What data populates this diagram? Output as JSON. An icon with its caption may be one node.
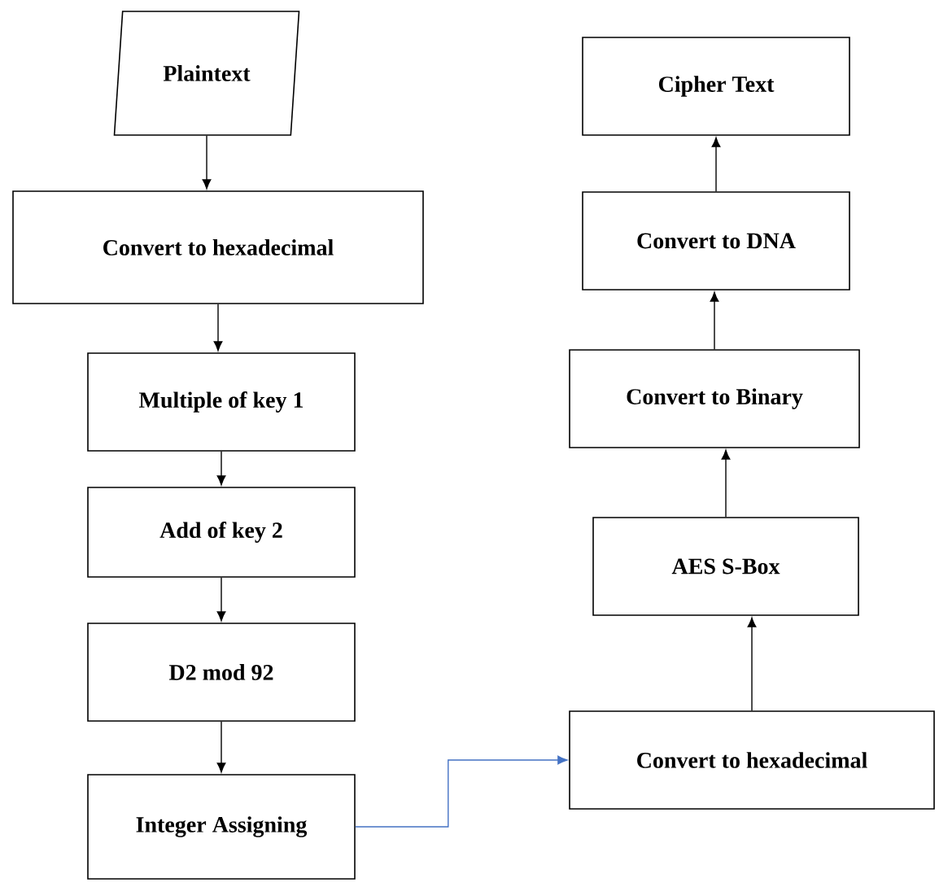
{
  "diagram": {
    "nodes": [
      {
        "text": [
          "Plaintext"
        ]
      },
      {
        "text": [
          "Convert to hexadecimal"
        ]
      },
      {
        "text": [
          "Multiple of key 1"
        ]
      },
      {
        "text": [
          "Add of key 2"
        ]
      },
      {
        "text": [
          "D2 mod 92"
        ]
      },
      {
        "text": [
          "Integer Assigning"
        ]
      },
      {
        "text": [
          "Convert to hexadecimal"
        ]
      },
      {
        "text": [
          "AES S-Box"
        ]
      },
      {
        "text": [
          "Convert to Binary"
        ]
      },
      {
        "text": [
          "Convert to DNA"
        ]
      },
      {
        "text": [
          "Cipher Text"
        ]
      }
    ],
    "edges": [
      {
        "from": 0,
        "to": 1,
        "arrow": "to"
      },
      {
        "from": 1,
        "to": 2,
        "arrow": "to"
      },
      {
        "from": 2,
        "to": 3,
        "arrow": "to"
      },
      {
        "from": 3,
        "to": 4,
        "arrow": "to"
      },
      {
        "from": 4,
        "to": 5,
        "arrow": "to"
      },
      {
        "from": 5,
        "to": 6,
        "arrow": "to",
        "color": "#4472c4"
      },
      {
        "from": 6,
        "to": 7,
        "arrow": "to"
      },
      {
        "from": 7,
        "to": 8,
        "arrow": "to"
      },
      {
        "from": 8,
        "to": 9,
        "arrow": "to"
      },
      {
        "from": 9,
        "to": 10,
        "arrow": "to"
      }
    ]
  }
}
